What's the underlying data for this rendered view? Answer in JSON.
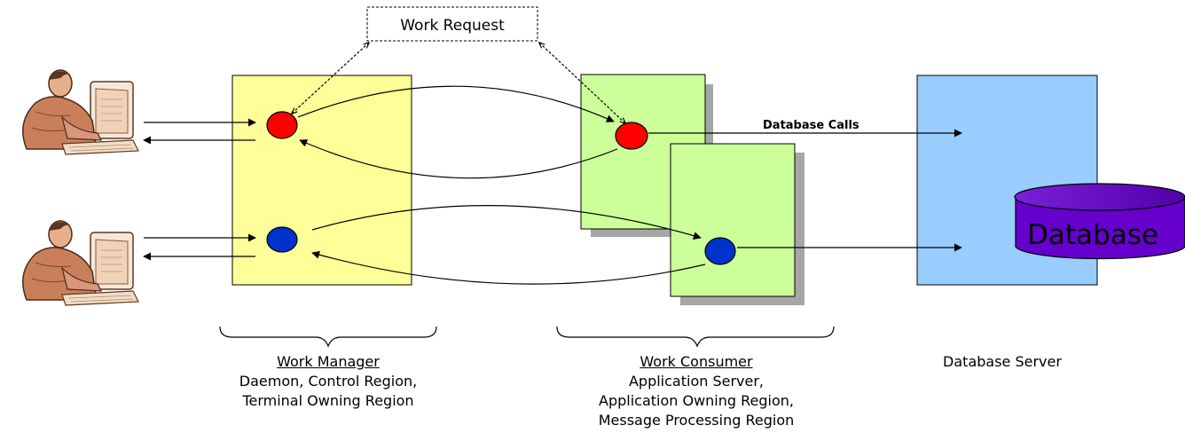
{
  "work_request": {
    "label": "Work Request"
  },
  "database_calls": {
    "label": "Database Calls"
  },
  "database": {
    "label": "Database"
  },
  "work_manager": {
    "title": "Work Manager",
    "lines": [
      "Daemon, Control Region,",
      "Terminal Owning Region"
    ]
  },
  "work_consumer": {
    "title": "Work Consumer",
    "lines": [
      "Application Server,",
      "Application Owning Region,",
      "Message Processing Region"
    ]
  },
  "database_server": {
    "title": "Database Server"
  },
  "colors": {
    "work_manager_fill": "#ffff99",
    "work_consumer_fill": "#ccff99",
    "database_server_fill": "#99ccff",
    "database_fill": "#6600cc",
    "request_dot": "#ff0000",
    "reply_dot": "#0033cc"
  },
  "icons": [
    "user-at-terminal-icon",
    "user-at-terminal-icon"
  ]
}
